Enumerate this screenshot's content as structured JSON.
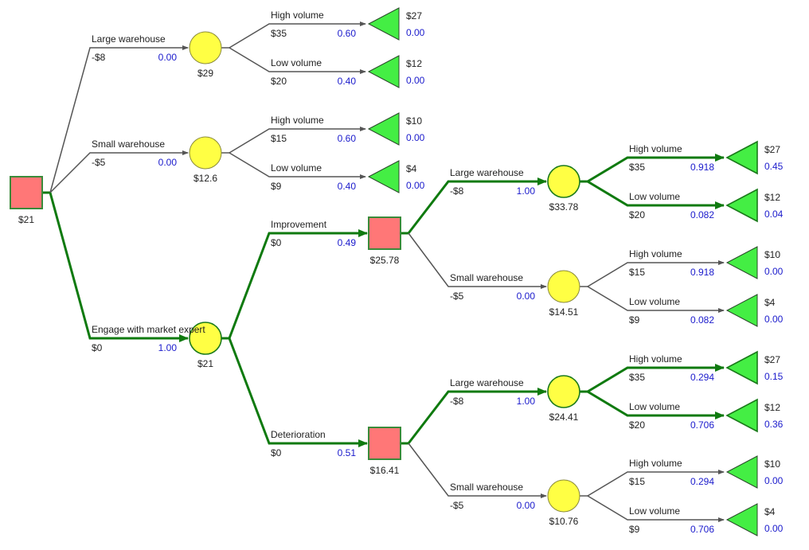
{
  "colors": {
    "optimal_line": "#0f7a0f",
    "normal_line": "#555555",
    "decision_fill": "#ff7777",
    "decision_stroke": "#3a8a3a",
    "chance_fill": "#ffff44",
    "chance_stroke_normal": "#8a8a3a",
    "chance_stroke_optimal": "#1a7a1a",
    "terminal_fill": "#44ee44",
    "terminal_stroke_normal": "#2a4a2a",
    "terminal_stroke_optimal": "#1a7a1a",
    "probability_text": "#1a1acc",
    "label_text": "#222222"
  },
  "root": {
    "type": "decision",
    "value": "$21",
    "optimal": true,
    "children": [
      {
        "branch": {
          "label": "Large warehouse",
          "payoff": "-$8",
          "prob": "0.00",
          "optimal": false
        },
        "node": {
          "type": "chance",
          "value": "$29",
          "optimal": false,
          "children": [
            {
              "branch": {
                "label": "High volume",
                "payoff": "$35",
                "prob": "0.60",
                "optimal": false
              },
              "node": {
                "type": "terminal",
                "value": "$27",
                "prob": "0.00",
                "optimal": false
              }
            },
            {
              "branch": {
                "label": "Low volume",
                "payoff": "$20",
                "prob": "0.40",
                "optimal": false
              },
              "node": {
                "type": "terminal",
                "value": "$12",
                "prob": "0.00",
                "optimal": false
              }
            }
          ]
        }
      },
      {
        "branch": {
          "label": "Small warehouse",
          "payoff": "-$5",
          "prob": "0.00",
          "optimal": false
        },
        "node": {
          "type": "chance",
          "value": "$12.6",
          "optimal": false,
          "children": [
            {
              "branch": {
                "label": "High volume",
                "payoff": "$15",
                "prob": "0.60",
                "optimal": false
              },
              "node": {
                "type": "terminal",
                "value": "$10",
                "prob": "0.00",
                "optimal": false
              }
            },
            {
              "branch": {
                "label": "Low volume",
                "payoff": "$9",
                "prob": "0.40",
                "optimal": false
              },
              "node": {
                "type": "terminal",
                "value": "$4",
                "prob": "0.00",
                "optimal": false
              }
            }
          ]
        }
      },
      {
        "branch": {
          "label": "Engage with market expert",
          "payoff": "$0",
          "prob": "1.00",
          "optimal": true
        },
        "node": {
          "type": "chance",
          "value": "$21",
          "optimal": true,
          "children": [
            {
              "branch": {
                "label": "Improvement",
                "payoff": "$0",
                "prob": "0.49",
                "optimal": true
              },
              "node": {
                "type": "decision",
                "value": "$25.78",
                "optimal": true,
                "children": [
                  {
                    "branch": {
                      "label": "Large warehouse",
                      "payoff": "-$8",
                      "prob": "1.00",
                      "optimal": true
                    },
                    "node": {
                      "type": "chance",
                      "value": "$33.78",
                      "optimal": true,
                      "children": [
                        {
                          "branch": {
                            "label": "High volume",
                            "payoff": "$35",
                            "prob": "0.918",
                            "optimal": true
                          },
                          "node": {
                            "type": "terminal",
                            "value": "$27",
                            "prob": "0.45",
                            "optimal": true
                          }
                        },
                        {
                          "branch": {
                            "label": "Low volume",
                            "payoff": "$20",
                            "prob": "0.082",
                            "optimal": true
                          },
                          "node": {
                            "type": "terminal",
                            "value": "$12",
                            "prob": "0.04",
                            "optimal": true
                          }
                        }
                      ]
                    }
                  },
                  {
                    "branch": {
                      "label": "Small warehouse",
                      "payoff": "-$5",
                      "prob": "0.00",
                      "optimal": false
                    },
                    "node": {
                      "type": "chance",
                      "value": "$14.51",
                      "optimal": false,
                      "children": [
                        {
                          "branch": {
                            "label": "High volume",
                            "payoff": "$15",
                            "prob": "0.918",
                            "optimal": false
                          },
                          "node": {
                            "type": "terminal",
                            "value": "$10",
                            "prob": "0.00",
                            "optimal": false
                          }
                        },
                        {
                          "branch": {
                            "label": "Low volume",
                            "payoff": "$9",
                            "prob": "0.082",
                            "optimal": false
                          },
                          "node": {
                            "type": "terminal",
                            "value": "$4",
                            "prob": "0.00",
                            "optimal": false
                          }
                        }
                      ]
                    }
                  }
                ]
              }
            },
            {
              "branch": {
                "label": "Deterioration",
                "payoff": "$0",
                "prob": "0.51",
                "optimal": true
              },
              "node": {
                "type": "decision",
                "value": "$16.41",
                "optimal": true,
                "children": [
                  {
                    "branch": {
                      "label": "Large warehouse",
                      "payoff": "-$8",
                      "prob": "1.00",
                      "optimal": true
                    },
                    "node": {
                      "type": "chance",
                      "value": "$24.41",
                      "optimal": true,
                      "children": [
                        {
                          "branch": {
                            "label": "High volume",
                            "payoff": "$35",
                            "prob": "0.294",
                            "optimal": true
                          },
                          "node": {
                            "type": "terminal",
                            "value": "$27",
                            "prob": "0.15",
                            "optimal": true
                          }
                        },
                        {
                          "branch": {
                            "label": "Low volume",
                            "payoff": "$20",
                            "prob": "0.706",
                            "optimal": true
                          },
                          "node": {
                            "type": "terminal",
                            "value": "$12",
                            "prob": "0.36",
                            "optimal": true
                          }
                        }
                      ]
                    }
                  },
                  {
                    "branch": {
                      "label": "Small warehouse",
                      "payoff": "-$5",
                      "prob": "0.00",
                      "optimal": false
                    },
                    "node": {
                      "type": "chance",
                      "value": "$10.76",
                      "optimal": false,
                      "children": [
                        {
                          "branch": {
                            "label": "High volume",
                            "payoff": "$15",
                            "prob": "0.294",
                            "optimal": false
                          },
                          "node": {
                            "type": "terminal",
                            "value": "$10",
                            "prob": "0.00",
                            "optimal": false
                          }
                        },
                        {
                          "branch": {
                            "label": "Low volume",
                            "payoff": "$9",
                            "prob": "0.706",
                            "optimal": false
                          },
                          "node": {
                            "type": "terminal",
                            "value": "$4",
                            "prob": "0.00",
                            "optimal": false
                          }
                        }
                      ]
                    }
                  }
                ]
              }
            }
          ]
        }
      }
    ]
  }
}
